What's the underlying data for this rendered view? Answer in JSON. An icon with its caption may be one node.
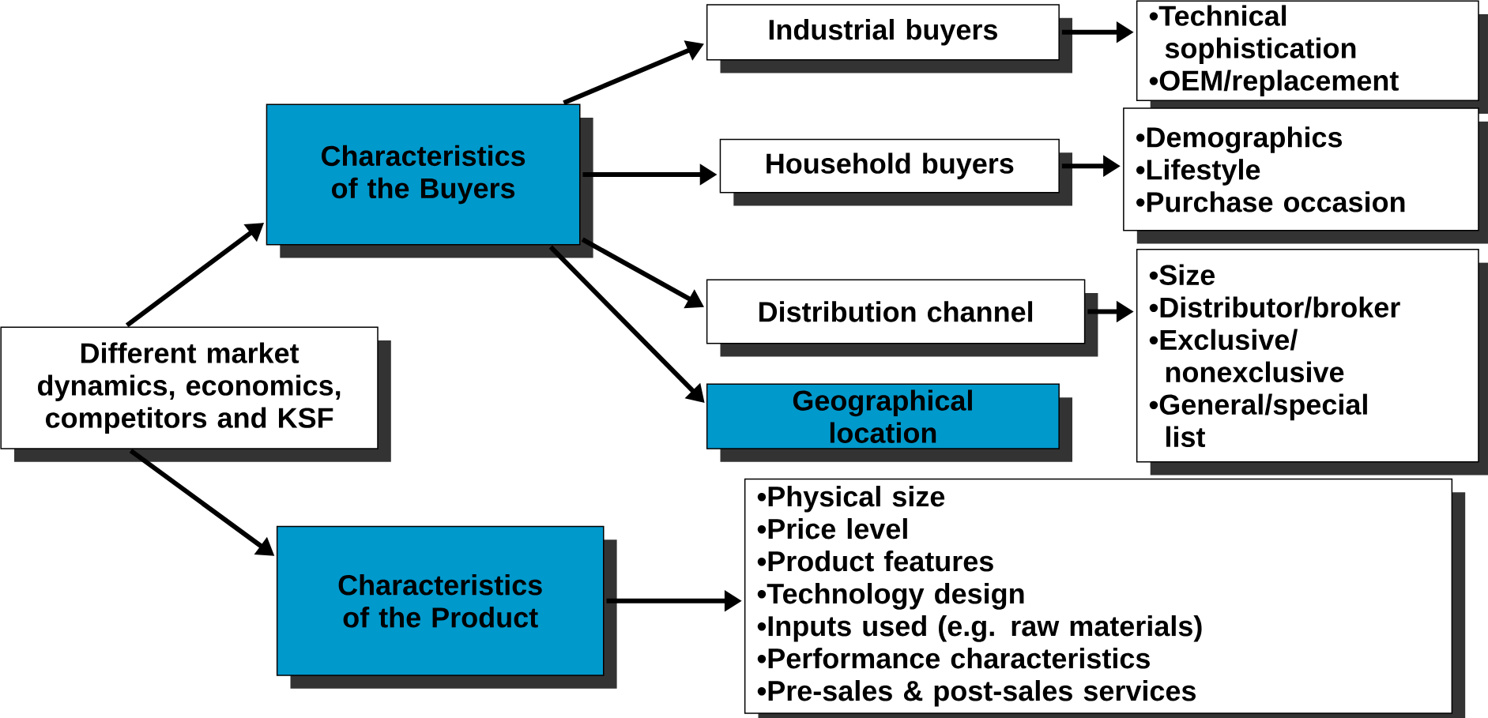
{
  "diagram": {
    "nodes": [
      {
        "text": [
          "Different market dynamics, economics, competitors and KSF"
        ]
      },
      {
        "text": [
          "Characteristics of the Buyers"
        ]
      },
      {
        "text": [
          "Characteristics of the Product"
        ]
      },
      {
        "text": [
          "Industrial buyers"
        ]
      },
      {
        "text": [
          "Household buyers"
        ]
      },
      {
        "text": [
          "Distribution channel"
        ]
      },
      {
        "text": [
          "Geographical location"
        ]
      },
      {
        "text": [
          "•Technical sophistication",
          "•OEM/replacement"
        ]
      },
      {
        "text": [
          "•Demographics",
          "•Lifestyle",
          "•Purchase occasion"
        ]
      },
      {
        "text": [
          "•Size",
          "•Distributor/broker",
          "•Exclusive/ nonexclusive",
          "•General/special list"
        ]
      },
      {
        "text": [
          "•Physical size",
          "•Price level",
          "•Product features",
          "•Technology design",
          "•Inputs used (e.g. raw materials)",
          "•Performance characteristics",
          "•Pre-sales & post-sales services"
        ]
      }
    ],
    "edges": [
      {
        "from": 0,
        "to": 1,
        "arrow": "to"
      },
      {
        "from": 0,
        "to": 2,
        "arrow": "to"
      },
      {
        "from": 1,
        "to": 3,
        "arrow": "to"
      },
      {
        "from": 1,
        "to": 4,
        "arrow": "to"
      },
      {
        "from": 1,
        "to": 5,
        "arrow": "to"
      },
      {
        "from": 1,
        "to": 6,
        "arrow": "to"
      },
      {
        "from": 3,
        "to": 7,
        "arrow": "to"
      },
      {
        "from": 4,
        "to": 8,
        "arrow": "to"
      },
      {
        "from": 5,
        "to": 9,
        "arrow": "to"
      },
      {
        "from": 2,
        "to": 10,
        "arrow": "to"
      }
    ]
  }
}
